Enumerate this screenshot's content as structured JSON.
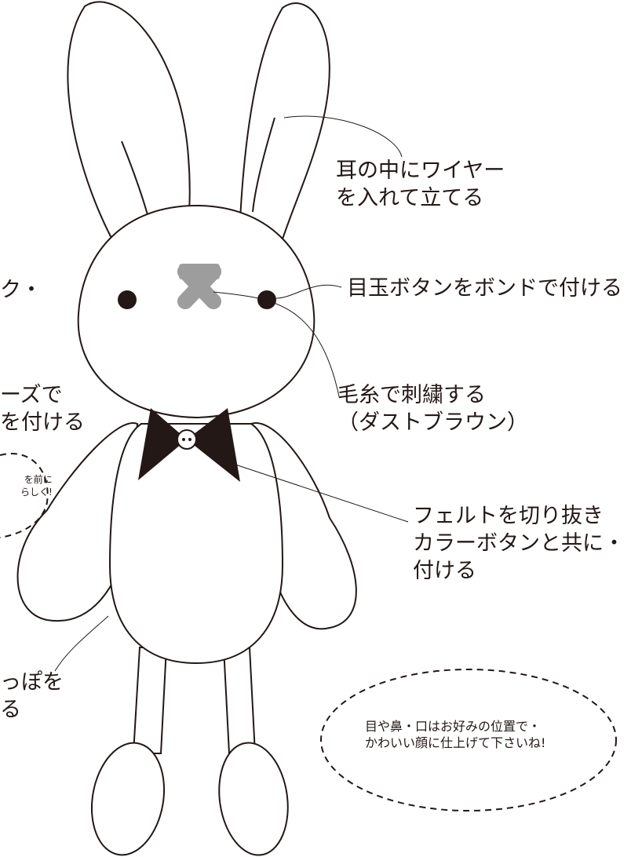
{
  "colors": {
    "line": "#231815",
    "fill": "#ffffff",
    "nose": "#9d9d9d",
    "bowtie": "#231815"
  },
  "callouts": {
    "ear_wire": [
      "耳の中にワイヤー",
      "を入れて立てる"
    ],
    "eye_button": "目玉ボタンをボンドで付ける",
    "nose_embroider": [
      "毛糸で刺繍する",
      "（ダストブラウン）"
    ],
    "bowtie": [
      "フェルトを切り抜き",
      "カラーボタンと共に・",
      "付ける"
    ],
    "left_1": "ク・",
    "left_2": [
      "ーズで",
      "を付ける"
    ],
    "left_3": [
      "を前に",
      "らしく!"
    ],
    "left_4": [
      "っぽを",
      "る"
    ]
  },
  "bubble_note": [
    "目や鼻・口はお好みの位置で・",
    "かわいい顔に仕上げて下さいね!"
  ]
}
